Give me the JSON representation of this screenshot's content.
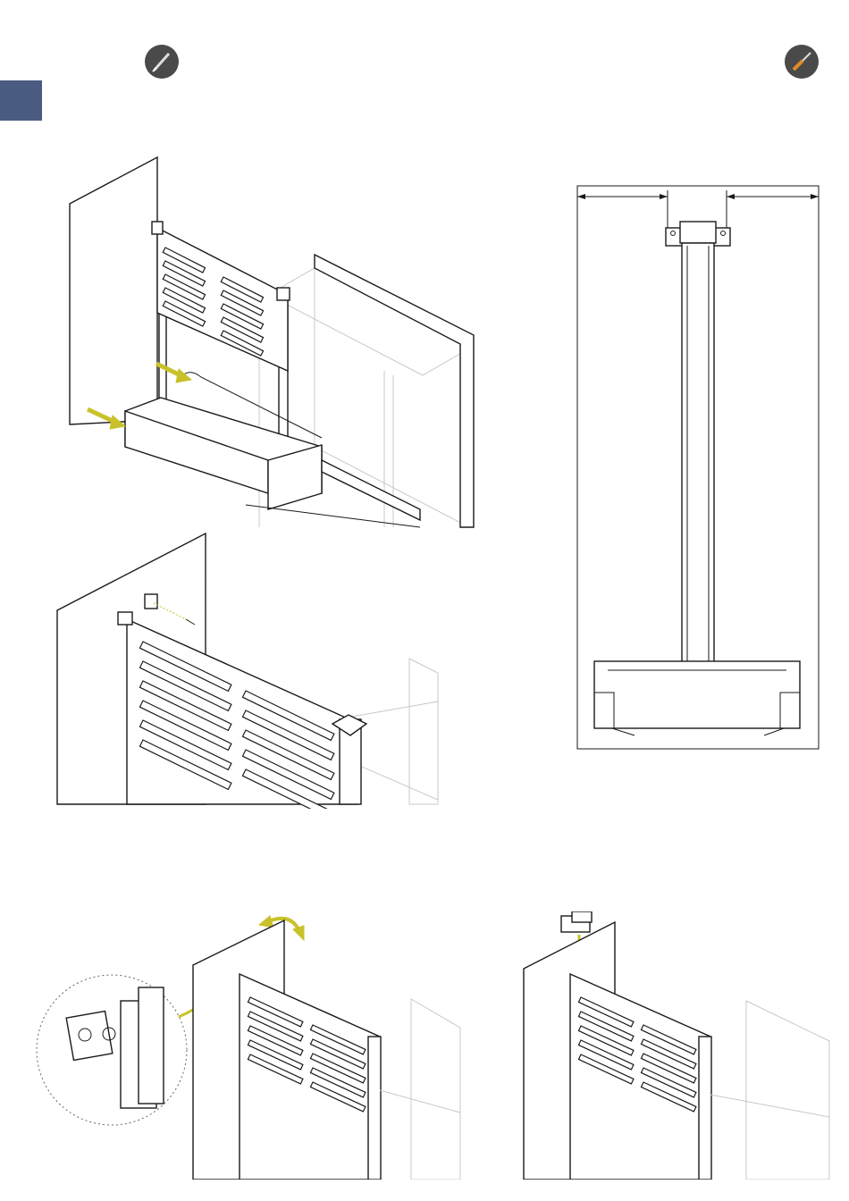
{
  "page": {
    "icons": [
      "screw-icon",
      "screwdriver-icon"
    ],
    "language_tab_color": "#4a5b82",
    "highlight_color": "#c9c12a"
  },
  "steps": [
    {
      "id": "step-1",
      "figure": "slide-in-frame-into-pullout-base"
    },
    {
      "id": "step-2",
      "figure": "screw-bracket-to-side-panel"
    },
    {
      "id": "step-3",
      "figure": "front-view-width-adjustment"
    },
    {
      "id": "step-4",
      "figure": "adjust-bracket-with-detail-zoom"
    },
    {
      "id": "step-5",
      "figure": "fit-cap-onto-bracket"
    }
  ]
}
